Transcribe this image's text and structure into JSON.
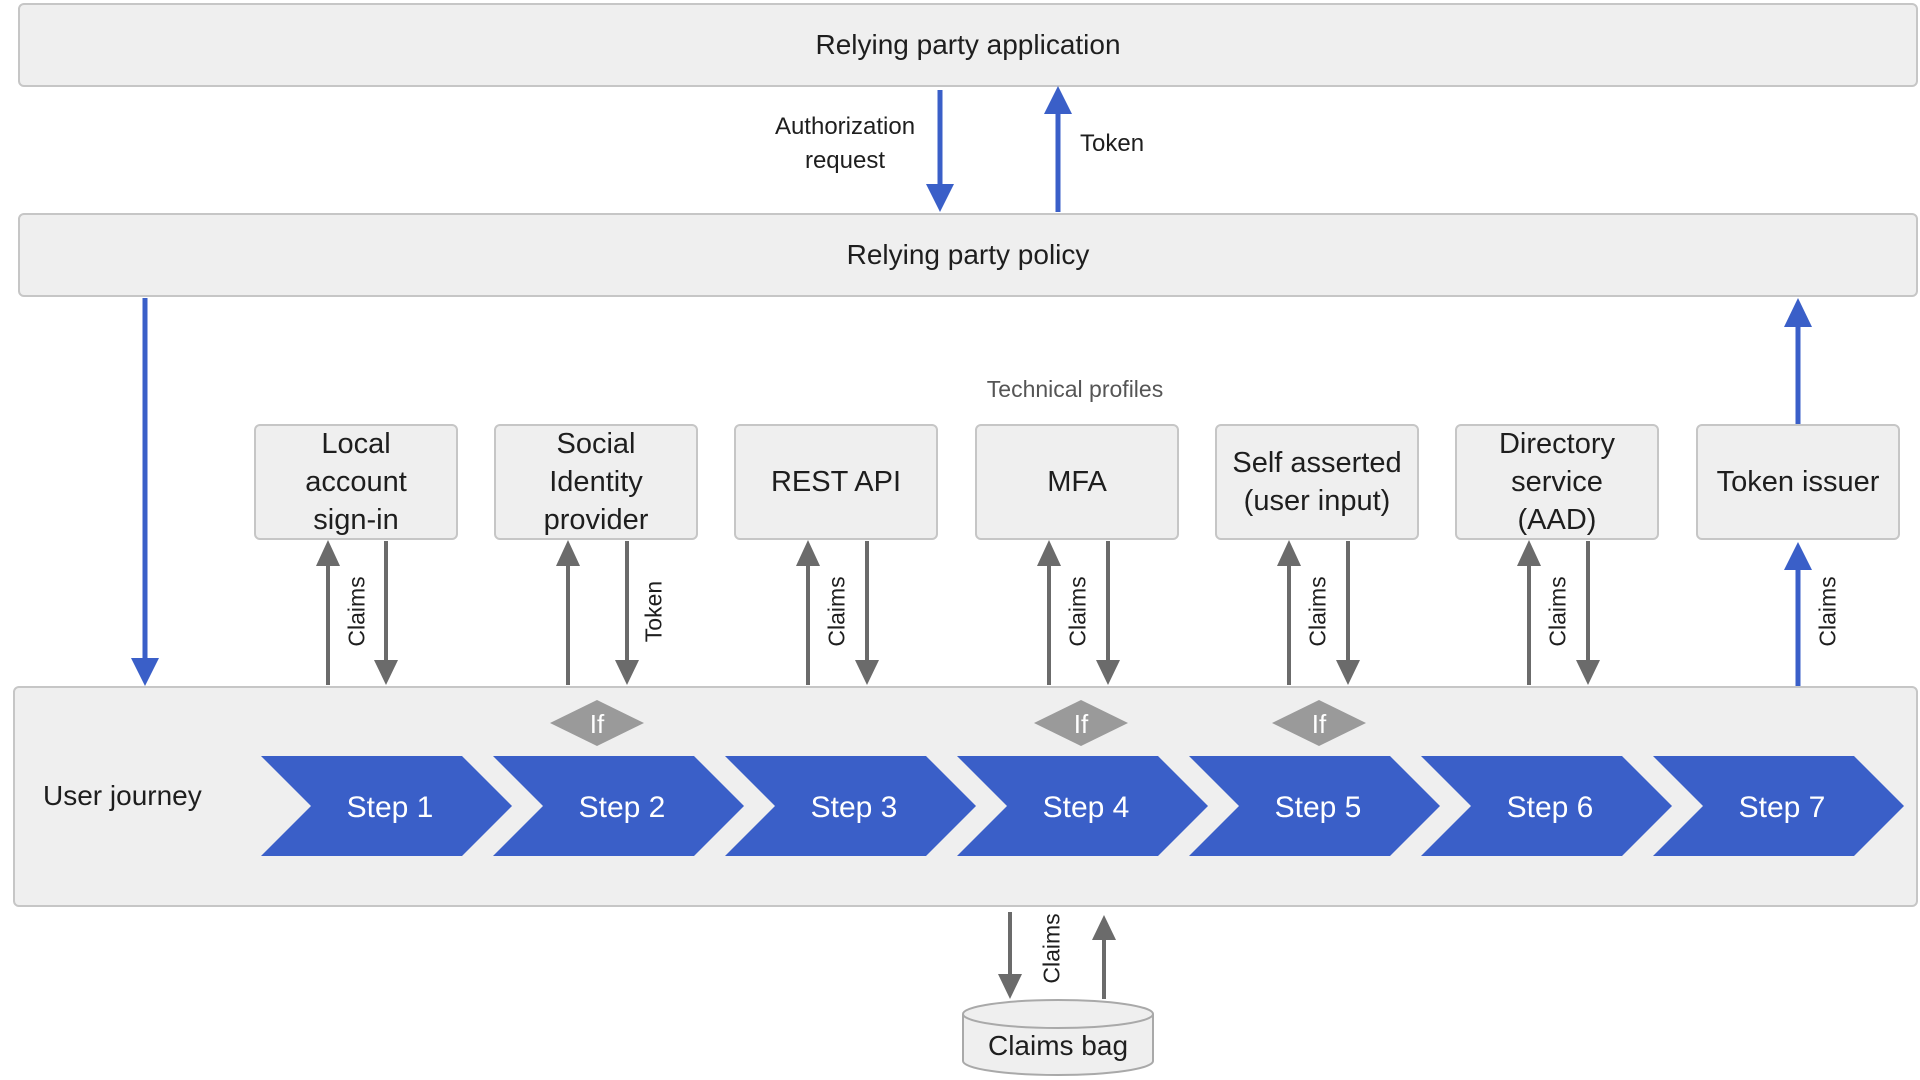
{
  "top_bar": {
    "label": "Relying party application"
  },
  "policy_bar": {
    "label": "Relying party policy"
  },
  "arrows": {
    "authorization_request": "Authorization\nrequest",
    "token": "Token"
  },
  "technical_profiles": {
    "heading": "Technical profiles",
    "items": [
      {
        "label": "Local\naccount\nsign-in",
        "edge_label": "Claims"
      },
      {
        "label": "Social\nIdentity\nprovider",
        "edge_label": "Token"
      },
      {
        "label": "REST API",
        "edge_label": "Claims"
      },
      {
        "label": "MFA",
        "edge_label": "Claims"
      },
      {
        "label": "Self asserted\n(user input)",
        "edge_label": "Claims"
      },
      {
        "label": "Directory\nservice\n(AAD)",
        "edge_label": "Claims"
      },
      {
        "label": "Token issuer",
        "edge_label": "Claims"
      }
    ]
  },
  "user_journey": {
    "label": "User journey",
    "condition_label": "If",
    "steps": [
      "Step 1",
      "Step 2",
      "Step 3",
      "Step 4",
      "Step 5",
      "Step 6",
      "Step 7"
    ],
    "conditional_steps": [
      2,
      4,
      5
    ]
  },
  "claims_bag": {
    "label": "Claims bag",
    "edge_label": "Claims"
  },
  "colors": {
    "blue": "#3a5fc8",
    "gray_arrow": "#6b6b6b",
    "box_fill": "#efefef",
    "box_border": "#c6c6c6",
    "diamond": "#9a9a9a"
  }
}
